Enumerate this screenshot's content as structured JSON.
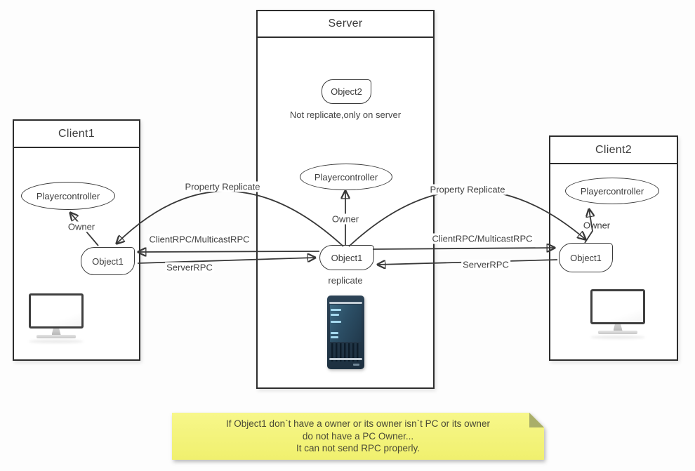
{
  "server": {
    "title": "Server",
    "object2_label": "Object2",
    "object2_caption": "Not replicate,only on server",
    "playercontroller_label": "Playercontroller",
    "owner_label": "Owner",
    "object1_label": "Object1",
    "replicate_caption": "replicate"
  },
  "client1": {
    "title": "Client1",
    "playercontroller_label": "Playercontroller",
    "owner_label": "Owner",
    "object1_label": "Object1"
  },
  "client2": {
    "title": "Client2",
    "playercontroller_label": "Playercontroller",
    "owner_label": "Owner",
    "object1_label": "Object1"
  },
  "edges_left": {
    "property_replicate": "Property Replicate",
    "client_rpc": "ClientRPC/MulticastRPC",
    "server_rpc": "ServerRPC"
  },
  "edges_right": {
    "property_replicate": "Property Replicate",
    "client_rpc": "ClientRPC/MulticastRPC",
    "server_rpc": "ServerRPC"
  },
  "note": {
    "line1": "If Object1 don`t have a owner or its owner isn`t PC or its owner",
    "line2": "do not have a PC Owner...",
    "line3": "It can not send RPC properly."
  },
  "colors": {
    "line": "#383838",
    "box_border": "#2d2d2d",
    "note_bg": "#f5f57d",
    "note_fold": "#a9ae69",
    "tower_body": "#24394b"
  }
}
